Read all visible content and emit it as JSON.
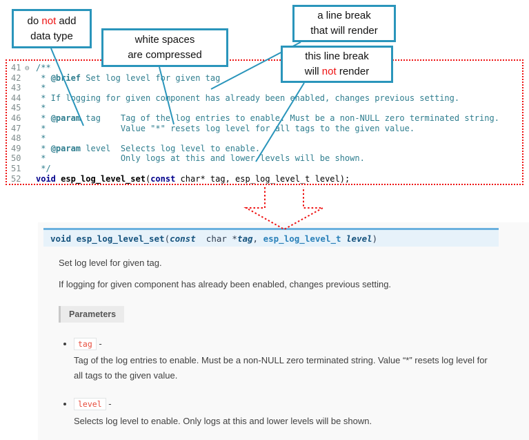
{
  "colors": {
    "callout_border": "#2a95bb",
    "annotation_red": "#ee1111",
    "comment_teal": "#2f7e8f",
    "keyword_blue": "#00008b",
    "signature_bg": "#e7f2fa",
    "signature_border": "#6ab0de",
    "doc_panel_bg": "#f9f9f9",
    "param_chip_text": "#e74c3c"
  },
  "callouts": {
    "no_datatype": {
      "pre": "do ",
      "em": "not",
      "post": " add",
      "line2": "data type"
    },
    "whitespace": {
      "line1": "white spaces",
      "line2": "are compressed"
    },
    "break_render": {
      "line1": "a line break",
      "line2": "that will render"
    },
    "break_norender": {
      "line1": "this line break",
      "pre2": "will ",
      "em2": "not",
      "post2": " render"
    }
  },
  "code": {
    "lines": [
      {
        "num": "41",
        "fold": "⊖",
        "parts": [
          {
            "t": "/**",
            "s": "comment"
          }
        ]
      },
      {
        "num": "42",
        "parts": [
          {
            "t": " * ",
            "s": "comment"
          },
          {
            "t": "@brief",
            "s": "tag"
          },
          {
            "t": " Set log level for given tag",
            "s": "comment"
          }
        ]
      },
      {
        "num": "43",
        "parts": [
          {
            "t": " *",
            "s": "comment"
          }
        ]
      },
      {
        "num": "44",
        "parts": [
          {
            "t": " * If logging for given component has already been enabled, changes previous setting.",
            "s": "comment"
          }
        ]
      },
      {
        "num": "45",
        "parts": [
          {
            "t": " *",
            "s": "comment"
          }
        ]
      },
      {
        "num": "46",
        "parts": [
          {
            "t": " * ",
            "s": "comment"
          },
          {
            "t": "@param",
            "s": "tag"
          },
          {
            "t": " tag    Tag of the log entries to enable. Must be a non-NULL zero terminated string.",
            "s": "comment"
          }
        ]
      },
      {
        "num": "47",
        "parts": [
          {
            "t": " *               Value \"*\" resets log level for all tags to the given value.",
            "s": "comment"
          }
        ]
      },
      {
        "num": "48",
        "parts": [
          {
            "t": " *",
            "s": "comment"
          }
        ]
      },
      {
        "num": "49",
        "parts": [
          {
            "t": " * ",
            "s": "comment"
          },
          {
            "t": "@param",
            "s": "tag"
          },
          {
            "t": " level  Selects log level to enable.",
            "s": "comment"
          }
        ]
      },
      {
        "num": "50",
        "parts": [
          {
            "t": " *               Only logs at this and lower levels will be shown.",
            "s": "comment"
          }
        ]
      },
      {
        "num": "51",
        "parts": [
          {
            "t": " */",
            "s": "comment"
          }
        ]
      },
      {
        "num": "52",
        "parts": [
          {
            "t": "void",
            "s": "kw"
          },
          {
            "t": " ",
            "s": "plain"
          },
          {
            "t": "esp_log_level_set",
            "s": "fname"
          },
          {
            "t": "(",
            "s": "plain"
          },
          {
            "t": "const",
            "s": "kw"
          },
          {
            "t": " char* tag, esp_log_level_t level);",
            "s": "plain"
          }
        ]
      }
    ]
  },
  "doc": {
    "signature": [
      {
        "t": "void",
        "s": "kw"
      },
      {
        "t": " ",
        "s": "plain"
      },
      {
        "t": "esp_log_level_set",
        "s": "name"
      },
      {
        "t": "(",
        "s": "plain"
      },
      {
        "t": "const",
        "s": "kwi"
      },
      {
        "t": "  char *",
        "s": "plain"
      },
      {
        "t": "tag",
        "s": "param"
      },
      {
        "t": ", ",
        "s": "plain"
      },
      {
        "t": "esp_log_level_t",
        "s": "type"
      },
      {
        "t": " ",
        "s": "plain"
      },
      {
        "t": "level",
        "s": "param"
      },
      {
        "t": ")",
        "s": "plain"
      }
    ],
    "p1": "Set log level for given tag.",
    "p2": "If logging for given component has already been enabled, changes previous setting.",
    "parameters_label": "Parameters",
    "params": [
      {
        "name": "tag",
        "dash": "-",
        "desc": "Tag of the log entries to enable. Must be a non-NULL zero terminated string. Value “*” resets log level for all tags to the given value."
      },
      {
        "name": "level",
        "dash": "-",
        "desc": "Selects log level to enable. Only logs at this and lower levels will be shown."
      }
    ]
  }
}
